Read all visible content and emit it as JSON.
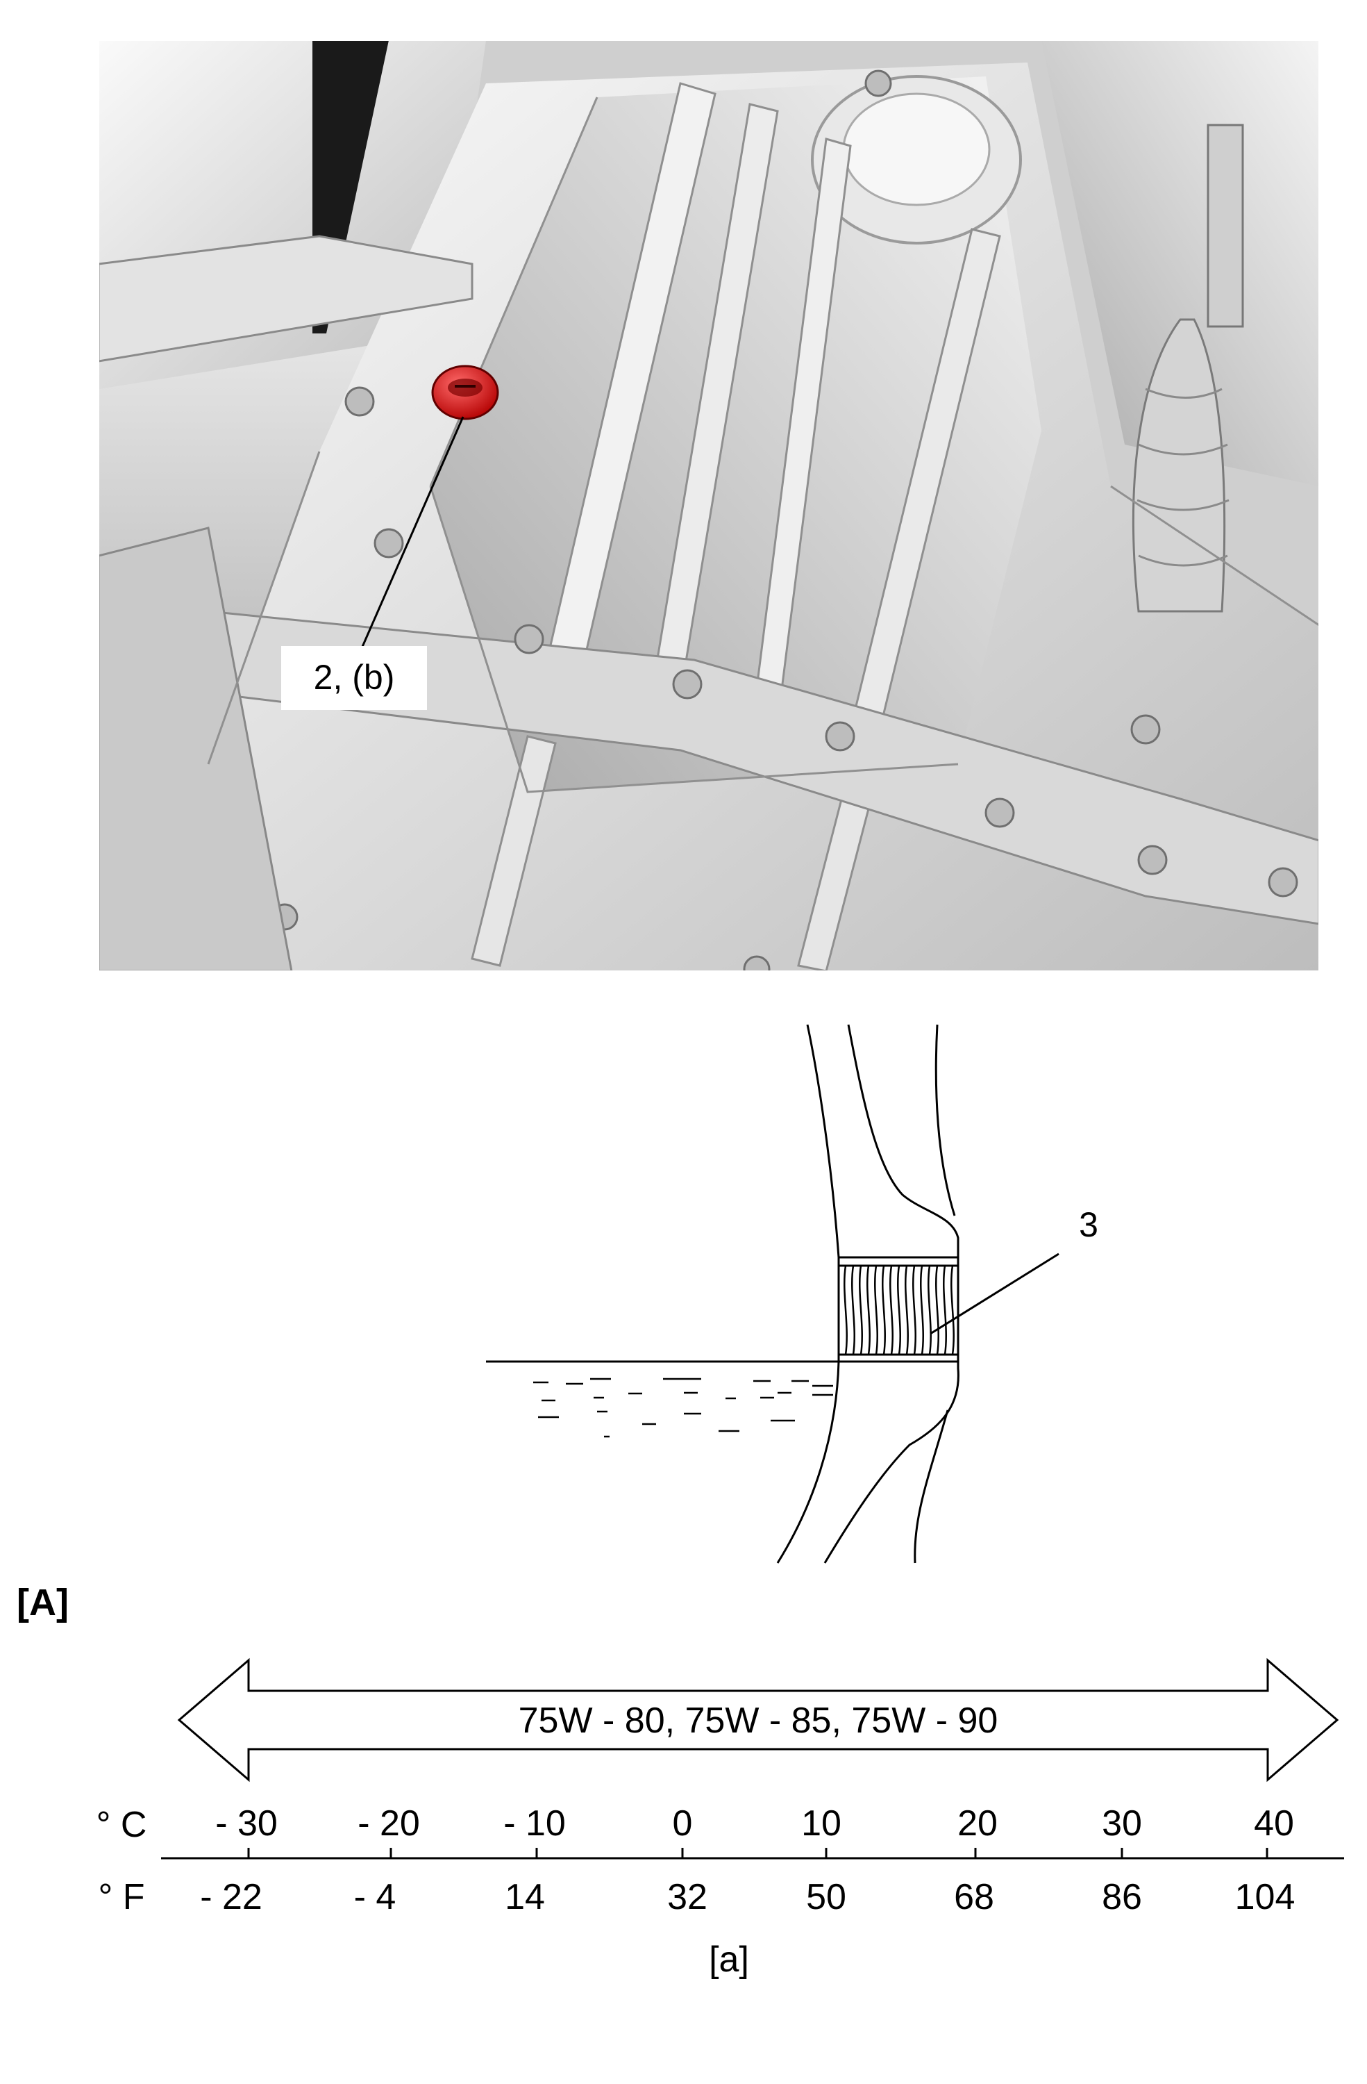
{
  "illustration": {
    "callout": "2, (b)",
    "plug_color": "#e00000"
  },
  "fill_diagram": {
    "callout": "3"
  },
  "chart": {
    "section_label": "[A]",
    "arrow_label": "75W - 80, 75W - 85, 75W - 90",
    "celsius_unit": "° C",
    "fahrenheit_unit": "° F",
    "axis_label": "[a]",
    "celsius_ticks": [
      "- 30",
      "- 20",
      "- 10",
      "0",
      "10",
      "20",
      "30",
      "40"
    ],
    "fahrenheit_ticks": [
      "- 22",
      "- 4",
      "14",
      "32",
      "50",
      "68",
      "86",
      "104"
    ]
  }
}
